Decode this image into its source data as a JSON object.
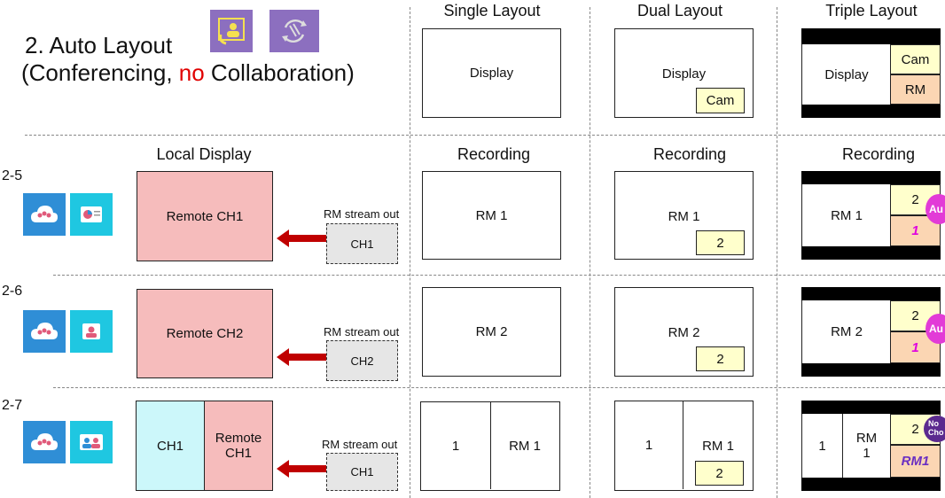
{
  "title": {
    "line1": "2. Auto Layout",
    "line2_a": "(Conferencing, ",
    "line2_no": "no",
    "line2_b": " Collaboration)"
  },
  "headers": {
    "single": "Single Layout",
    "dual": "Dual Layout",
    "triple": "Triple Layout",
    "local": "Local Display",
    "recording": "Recording"
  },
  "top_row": {
    "display": "Display",
    "cam": "Cam",
    "rm": "RM"
  },
  "rows": [
    {
      "id": "2-5",
      "local": [
        "Remote  CH1"
      ],
      "stream_label": "RM stream out",
      "stream_box": "CH1",
      "single": "RM 1",
      "dual_main": "RM 1",
      "dual_pip": "2",
      "triple_main": "RM 1",
      "triple_top": "2",
      "triple_bottom": "1",
      "bubble": "Au"
    },
    {
      "id": "2-6",
      "local": [
        "Remote  CH2"
      ],
      "stream_label": "RM stream out",
      "stream_box": "CH2",
      "single": "RM 2",
      "dual_main": "RM 2",
      "dual_pip": "2",
      "triple_main": "RM 2",
      "triple_top": "2",
      "triple_bottom": "1",
      "bubble": "Au"
    },
    {
      "id": "2-7",
      "local_left": "CH1",
      "local_right": "Remote\nCH1",
      "stream_label": "RM stream out",
      "stream_box": "CH1",
      "single_left": "1",
      "single_right": "RM 1",
      "dual_left": "1",
      "dual_right": "RM 1",
      "dual_pip": "2",
      "triple_left": "1",
      "triple_mid": "RM\n1",
      "triple_top": "2",
      "triple_bottom": "RM1",
      "bubble": "No\nCho"
    }
  ],
  "icons": {
    "title_icon_1": "conference-call-icon",
    "title_icon_2": "sync-arrows-icon",
    "cloud": "cloud-people-icon",
    "presentation": "presentation-icon",
    "person": "person-card-icon",
    "dual_person": "dual-person-card-icon",
    "arrow": "left-arrow-icon"
  },
  "colors": {
    "red": "#e00000",
    "pink": "#f6bcbc",
    "cyan": "#ccf7fa",
    "cam_yellow": "#ffffcc",
    "rm_peach": "#fbd6b3",
    "arrow_red": "#c00000",
    "magenta": "#e23bd7",
    "purple_tile": "#8c6fbf",
    "blue_tile": "#2f8ed6",
    "cyan_tile": "#1fc7e1"
  }
}
